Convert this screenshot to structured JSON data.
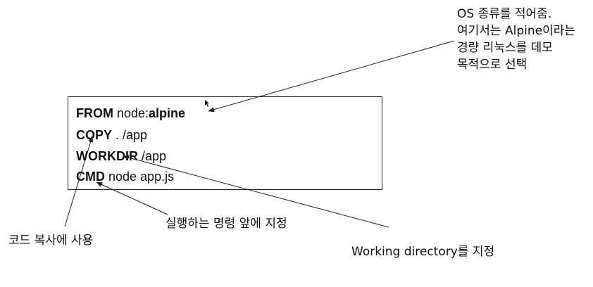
{
  "code": {
    "line1": {
      "keyword": "FROM",
      "text": " node:",
      "strong": "alpine"
    },
    "line2": {
      "keyword": "COPY",
      "text": " . /app"
    },
    "line3": {
      "keyword": "WORKDIR",
      "text": " /app"
    },
    "line4": {
      "keyword": "CMD",
      "text": " node app.js"
    }
  },
  "annotations": {
    "os": [
      "OS 종류를 적어줌.",
      "여기서는 Alpine이라는",
      "경량 리눅스를 데모",
      "목적으로 선택"
    ],
    "copy": "코드 복사에 사용",
    "cmd": "실행하는 명령 앞에 지정",
    "workdir": "Working directory를 지정"
  }
}
